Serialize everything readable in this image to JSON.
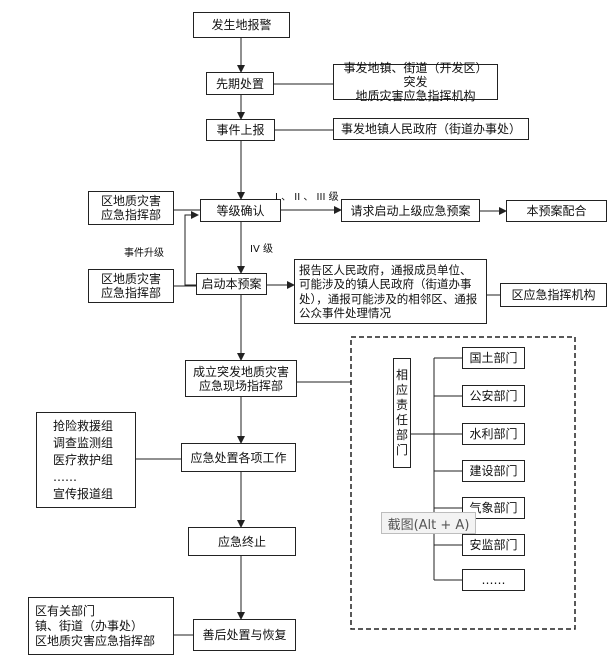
{
  "nodes": {
    "alarm": "发生地报警",
    "initial": "先期处置",
    "initial_note": "事发地镇、街道（开发区）突发\n地质灾害应急指挥机构",
    "report": "事件上报",
    "report_note": "事发地镇人民政府（街道办事处）",
    "grade": "等级确认",
    "district_hq_1": "区地质灾害\n应急指挥部",
    "request_upper": "请求启动上级应急预案",
    "plan_coop": "本预案配合",
    "start_plan": "启动本预案",
    "district_hq_2": "区地质灾害\n应急指挥部",
    "notify": "报告区人民政府，通报成员单位、可能涉及的镇人民政府（街道办事处），通报可能涉及的相邻区、通报公众事件处理情况",
    "district_cmd": "区应急指挥机构",
    "onsite_hq": "成立突发地质灾害\n应急现场指挥部",
    "teams": "抢险救援组\n调查监测组\n医疗救护组\n……\n宣传报道组",
    "tasks": "应急处置各项工作",
    "end": "应急终止",
    "aftermath": "善后处置与恢复",
    "aftermath_parties": "区有关部门\n镇、街道（办事处）\n区地质灾害应急指挥部"
  },
  "labels": {
    "levels_upper": "I 、 II 、 III 级",
    "level_iv": "IV 级",
    "upgrade": "事件升级"
  },
  "responsible": {
    "title": "相应责任部门",
    "departments": [
      "国土部门",
      "公安部门",
      "水利部门",
      "建设部门",
      "气象部门",
      "安监部门",
      "……"
    ]
  },
  "tooltip": "截图(Alt + A)"
}
